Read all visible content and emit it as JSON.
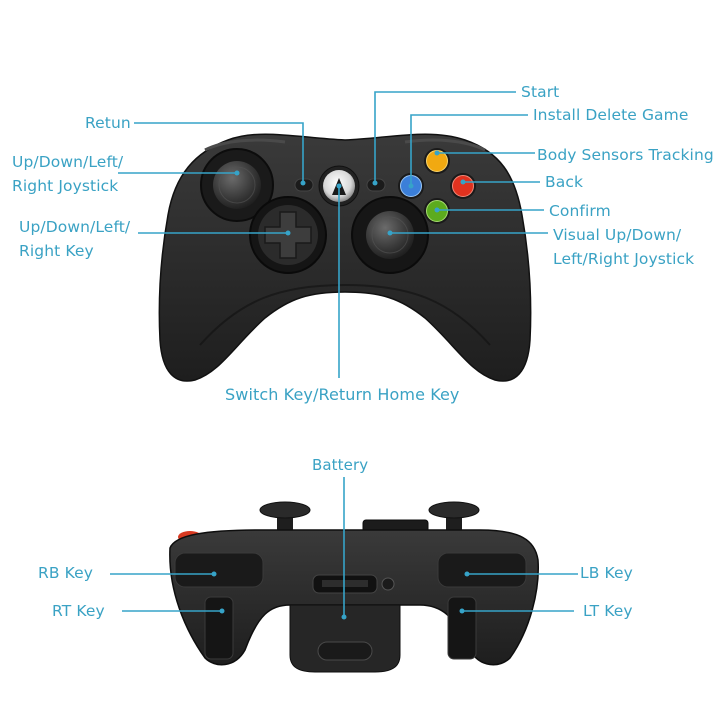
{
  "accent_color": "#36a3c8",
  "front_view": {
    "labels_left": {
      "retun": "Retun",
      "joystick_line1": "Up/Down/Left/",
      "joystick_line2": "Right Joystick",
      "dpad_line1": "Up/Down/Left/",
      "dpad_line2": "Right Key"
    },
    "labels_right": {
      "start": "Start",
      "install_delete": "Install Delete Game",
      "body_sensors": "Body Sensors Tracking",
      "back": "Back",
      "confirm": "Confirm",
      "visual_joystick_line1": "Visual Up/Down/",
      "visual_joystick_line2": "Left/Right Joystick"
    },
    "label_bottom": "Switch Key/Return Home Key",
    "face_button_colors": {
      "X": "#3b7fd9",
      "Y": "#f1a911",
      "B": "#e0321f",
      "A": "#5cab1e"
    }
  },
  "top_view": {
    "battery": "Battery",
    "rb_key": "RB Key",
    "rt_key": "RT Key",
    "lb_key": "LB Key",
    "lt_key": "LT Key"
  }
}
